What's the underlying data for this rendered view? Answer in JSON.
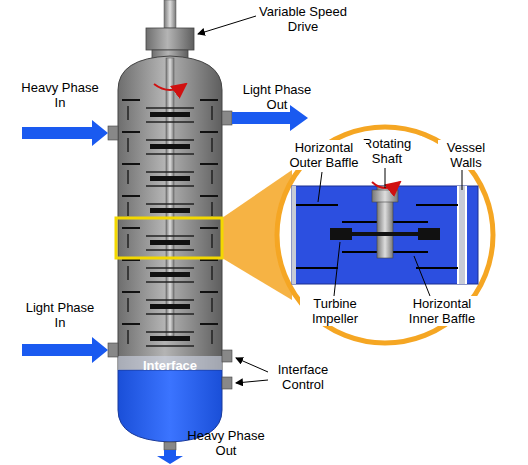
{
  "diagram": {
    "labels": [
      "Variable Speed Drive",
      "Heavy Phase In",
      "Light Phase Out",
      "Rotating Shaft",
      "Horizontal Outer Baffle",
      "Vessel Walls",
      "Turbine Impeller",
      "Horizontal Inner Baffle",
      "Light Phase In",
      "Interface",
      "Interface Control",
      "Heavy Phase Out"
    ]
  }
}
